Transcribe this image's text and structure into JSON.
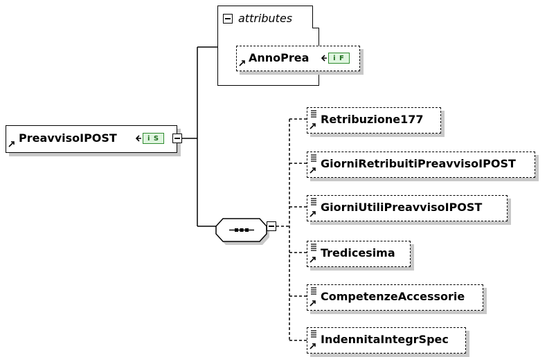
{
  "root": {
    "name": "PreavvisoIPOST",
    "type_badge": "i S"
  },
  "attributes_group": {
    "title": "attributes",
    "attribute": {
      "name": "AnnoPrea",
      "type_badge": "i F"
    }
  },
  "sequence_children": [
    "Retribuzione177",
    "GiorniRetribuitiPreavvisoIPOST",
    "GiorniUtiliPreavvisoIPOST",
    "Tredicesima",
    "CompetenzeAccessorie",
    "IndennitaIntegrSpec"
  ]
}
